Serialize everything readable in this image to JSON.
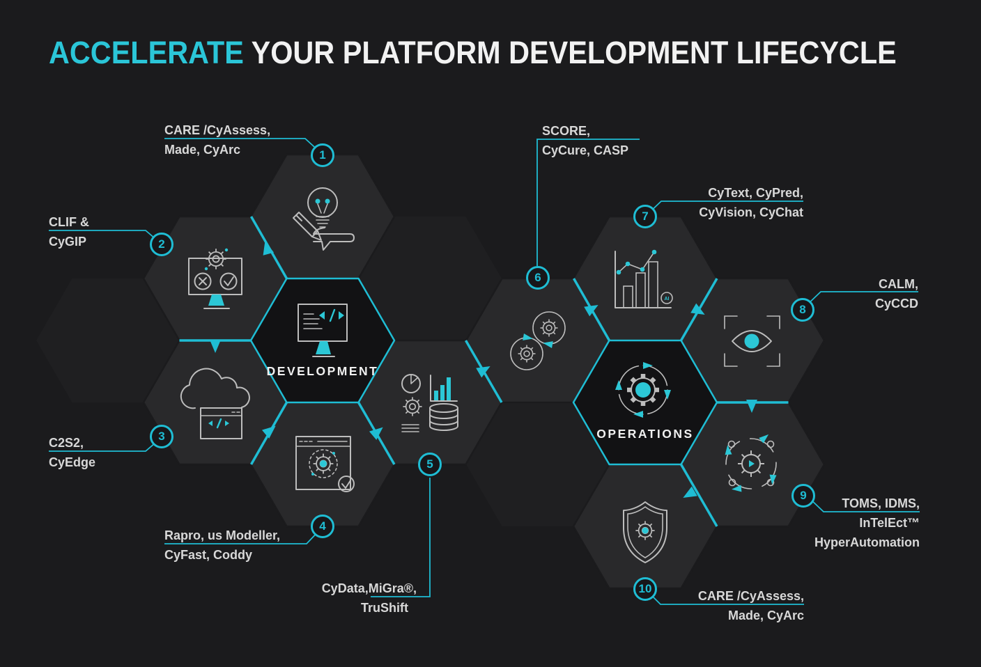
{
  "title": {
    "accent": "ACCELERATE",
    "rest": " YOUR PLATFORM DEVELOPMENT LIFECYCLE"
  },
  "hubs": {
    "development": "DEVELOPMENT",
    "operations": "OPERATIONS"
  },
  "callouts": [
    {
      "num": "1",
      "lines": [
        "CARE /CyAssess,",
        "Made, CyArc"
      ]
    },
    {
      "num": "2",
      "lines": [
        "CLIF &",
        "CyGIP"
      ]
    },
    {
      "num": "3",
      "lines": [
        "C2S2,",
        "CyEdge"
      ]
    },
    {
      "num": "4",
      "lines": [
        "Rapro, us Modeller,",
        "CyFast, Coddy"
      ]
    },
    {
      "num": "5",
      "lines": [
        "CyData,MiGra®,",
        "TruShift"
      ]
    },
    {
      "num": "6",
      "lines": [
        "SCORE,",
        "CyCure,  CASP"
      ]
    },
    {
      "num": "7",
      "lines": [
        "CyText, CyPred,",
        "CyVision, CyChat"
      ]
    },
    {
      "num": "8",
      "lines": [
        "CALM,",
        "CyCCD"
      ]
    },
    {
      "num": "9",
      "lines": [
        "TOMS, IDMS,",
        "InTelEct™",
        "HyperAutomation"
      ]
    },
    {
      "num": "10",
      "lines": [
        "CARE /CyAssess,",
        "Made, CyArc"
      ]
    }
  ],
  "badges": {
    "ai": "AI"
  },
  "colors": {
    "background": "#1b1b1d",
    "hexagon": "#29292b",
    "hub": "#121214",
    "accent": "#1fbdd4",
    "label": "#d8d8d8"
  }
}
